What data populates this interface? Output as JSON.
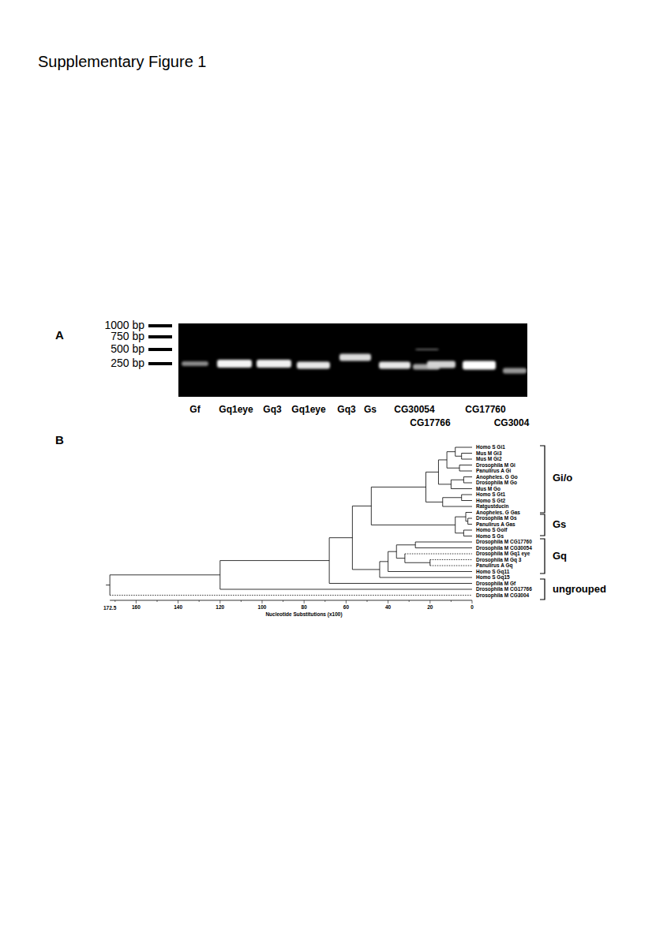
{
  "diagram": {
    "title": "Supplementary Figure 1",
    "labels": [
      "A",
      "1000 bp",
      "750 bp",
      "500 bp",
      "250 bp",
      "Gf",
      "Gq1eye",
      "Gq3",
      "Gq1eye",
      "Gq3",
      "Gs",
      "CG30054",
      "CG17766",
      "CG17760",
      "CG3004",
      "B",
      "Homo S Gi1",
      "Mus M Gi3",
      "Mus M Gi2",
      "Drosophila M Gi",
      "Panulirus A Gi",
      "Anopheles. G Go",
      "Drosophila M Go",
      "Mus M Go",
      "Homo S Gt1",
      "Homo S Gt2",
      "Ratgustducin",
      "Anopheles. G Gas",
      "Drosophila M Gs",
      "Panulirus A Gas",
      "Homo S Golf",
      "Homo S Gs",
      "Drosophila M CG17760",
      "Drosophila M CG30054",
      "Drosophila M Gq1 eye",
      "Drosophila M Gq 3",
      "Panulirus A Gq",
      "Homo S Gq11",
      "Homo S Gq15",
      "Drosophila M Gf",
      "Drosophila M CG17766",
      "Drosophila M CG3004",
      "Gi/o",
      "Gs",
      "Gq",
      "ungrouped",
      "172.5",
      "160",
      "140",
      "120",
      "100",
      "80",
      "60",
      "40",
      "20",
      "0",
      "Nucleotide Substitutions (x100)"
    ]
  }
}
